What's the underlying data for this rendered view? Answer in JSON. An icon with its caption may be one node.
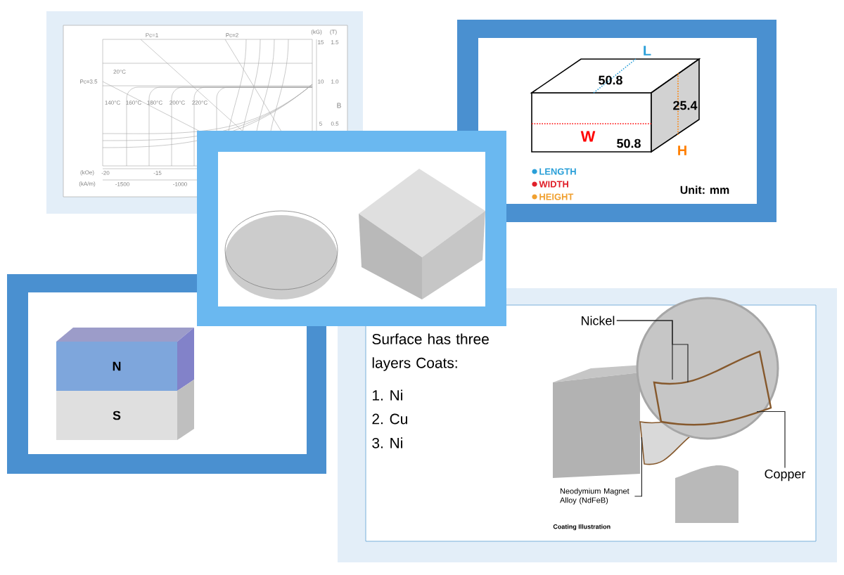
{
  "diagram": {
    "nodes": [
      {
        "text": [
          "N"
        ]
      },
      {
        "text": [
          "S"
        ]
      },
      {
        "text": [
          "Nickel"
        ]
      },
      {
        "text": [
          "Copper"
        ]
      },
      {
        "text": [
          "Neodymium Magnet Alloy (NdFeB)"
        ]
      }
    ],
    "edges": [
      {
        "from": 2,
        "to": null,
        "arrow": "none"
      },
      {
        "from": 2,
        "to": null,
        "arrow": "none"
      },
      {
        "from": 3,
        "to": null,
        "arrow": "none"
      },
      {
        "from": 4,
        "to": null,
        "arrow": "none"
      }
    ],
    "labels": [
      "Pc=1",
      "Pc=2",
      "(kG)",
      "(T)",
      "15",
      "1.5",
      "20°C",
      "Pc=3.5",
      "10",
      "1.0",
      "140°C",
      "160°C",
      "180°C",
      "200°C",
      "220°C",
      "B",
      "5",
      "0.5",
      "(kOe)",
      "-20",
      "-15",
      "(kA/m)",
      "-1500",
      "-1000",
      "L",
      "50.8",
      "25.4",
      "W",
      "50.8",
      "H",
      "Unit: mm",
      "Surface has three layers Coats:",
      "1. Ni",
      "2. Cu",
      "3. Ni",
      "Coating Illustration"
    ],
    "legend": [
      {
        "text": "LENGTH",
        "color": "#2a9fd8"
      },
      {
        "text": "WIDTH",
        "color": "#e0202a"
      },
      {
        "text": "HEIGHT",
        "color": "#f0a030"
      }
    ]
  }
}
